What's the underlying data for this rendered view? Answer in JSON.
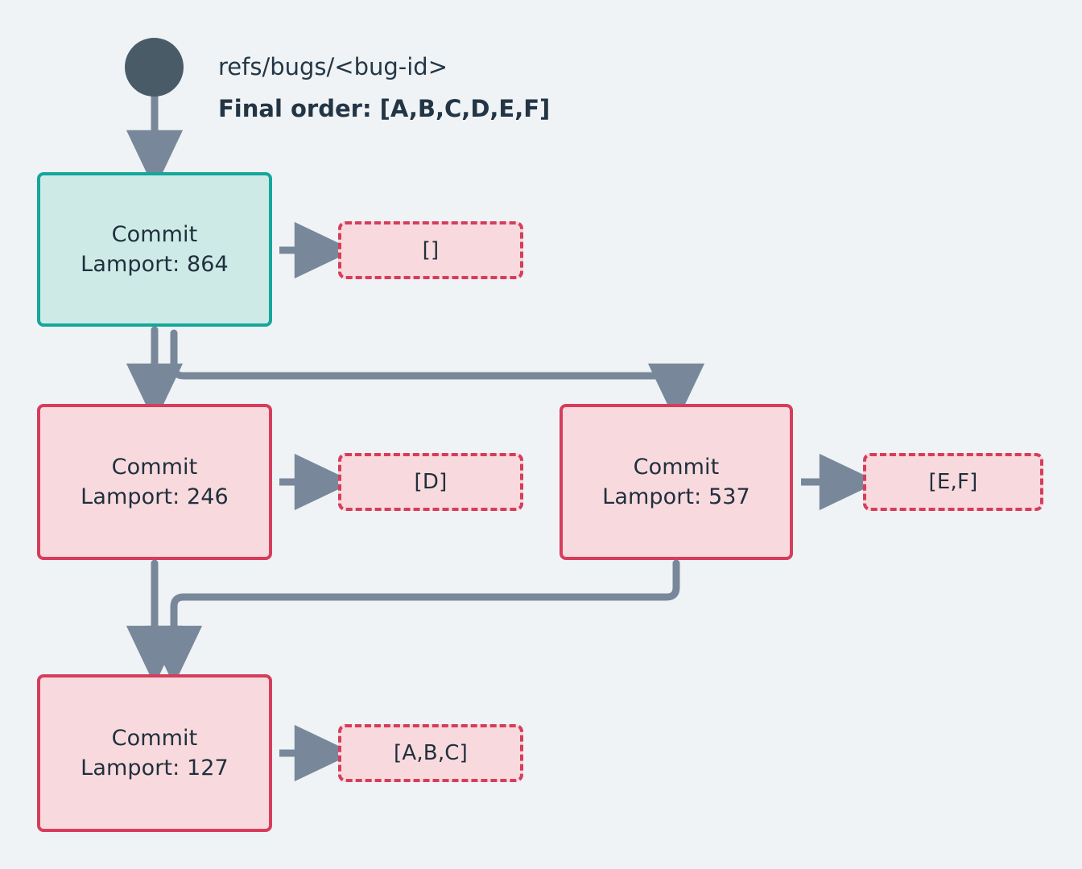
{
  "diagram": {
    "title_ref": "refs/bugs/<bug-id>",
    "final_order": "Final order: [A,B,C,D,E,F]",
    "background_color": "#eff3f5",
    "edge_color": "#78889a",
    "head_border_color": "#14a79b",
    "head_fill_color": "#cdeae7",
    "commit_border_color": "#d63d5c",
    "commit_fill_color": "#f8dade",
    "root_dot_color": "#4a5b68",
    "text_color": "#20303d"
  },
  "nodes": [
    {
      "id": "commit-864",
      "kind": "head",
      "line1": "Commit",
      "line2": "Lamport: 864",
      "lamport": 864,
      "tag": "[]",
      "tag_items": []
    },
    {
      "id": "commit-246",
      "kind": "commit",
      "line1": "Commit",
      "line2": "Lamport: 246",
      "lamport": 246,
      "tag": "[D]",
      "tag_items": [
        "D"
      ]
    },
    {
      "id": "commit-537",
      "kind": "commit",
      "line1": "Commit",
      "line2": "Lamport: 537",
      "lamport": 537,
      "tag": "[E,F]",
      "tag_items": [
        "E",
        "F"
      ]
    },
    {
      "id": "commit-127",
      "kind": "commit",
      "line1": "Commit",
      "line2": "Lamport: 127",
      "lamport": 127,
      "tag": "[A,B,C]",
      "tag_items": [
        "A",
        "B",
        "C"
      ]
    }
  ]
}
